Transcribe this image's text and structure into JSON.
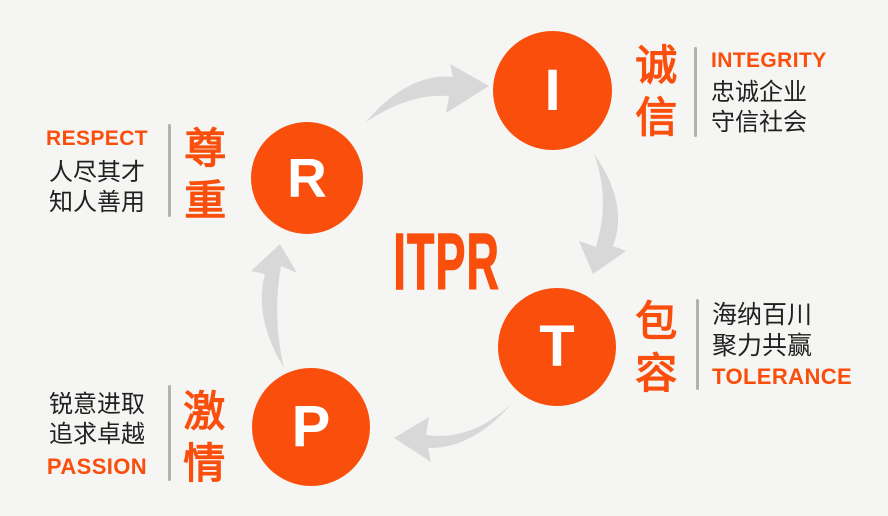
{
  "colors": {
    "background": "#f5f5f3",
    "accent_orange": "#f94e0c",
    "text_black": "#212121",
    "divider_gray": "#b3b1b0",
    "arrow_gray": "#d8d8d8",
    "circle_letter_white": "#ffffff"
  },
  "center": {
    "title": "ITPR"
  },
  "nodes": [
    {
      "key": "integrity",
      "letter": "I",
      "cn": "诚信",
      "en": "INTEGRITY",
      "lines": "忠诚企业\n守信社会"
    },
    {
      "key": "tolerance",
      "letter": "T",
      "cn": "包容",
      "en": "TOLERANCE",
      "lines": "海纳百川\n聚力共赢"
    },
    {
      "key": "passion",
      "letter": "P",
      "cn": "激情",
      "en": "PASSION",
      "lines": "锐意进取\n追求卓越"
    },
    {
      "key": "respect",
      "letter": "R",
      "cn": "尊重",
      "en": "RESPECT",
      "lines": "人尽其才\n知人善用"
    }
  ],
  "arrows": [
    {
      "name": "respect-to-integrity",
      "direction": "right"
    },
    {
      "name": "integrity-to-tolerance",
      "direction": "down"
    },
    {
      "name": "tolerance-to-passion",
      "direction": "left"
    },
    {
      "name": "passion-to-respect",
      "direction": "up"
    }
  ]
}
